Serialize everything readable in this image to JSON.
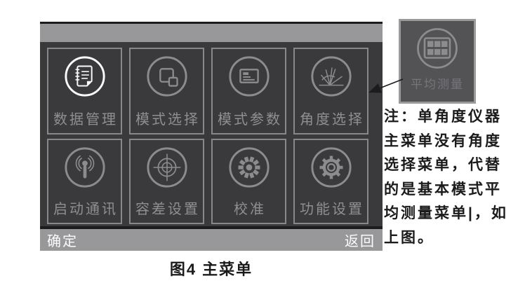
{
  "figure": {
    "caption": "图4 主菜单"
  },
  "screen": {
    "tiles": [
      {
        "label": "数据管理",
        "icon": "notepad",
        "selected": true
      },
      {
        "label": "模式选择",
        "icon": "overlapping-squares",
        "selected": false
      },
      {
        "label": "模式参数",
        "icon": "document-lines",
        "selected": false
      },
      {
        "label": "角度选择",
        "icon": "angle-rays",
        "selected": false
      },
      {
        "label": "启动通讯",
        "icon": "antenna-signal",
        "selected": false
      },
      {
        "label": "容差设置",
        "icon": "crosshair-target",
        "selected": false
      },
      {
        "label": "校准",
        "icon": "segmented-wheel",
        "selected": false
      },
      {
        "label": "功能设置",
        "icon": "gear",
        "selected": false
      }
    ],
    "softkeys": {
      "left": "确定",
      "right": "返回"
    }
  },
  "callout": {
    "tile_label": "平均测量",
    "icon": "grid-table"
  },
  "note": {
    "lines": [
      "注：单角度仪器",
      "主菜单没有角度",
      "选择菜单，代替",
      "的是基本模式平",
      "均测量菜单|，如",
      "上图。"
    ]
  },
  "colors": {
    "screen_bg": "#3a3a3c",
    "bar_gray": "#98989a",
    "black_line": "#1c1c1e",
    "tile_border": "#88888a",
    "icon_gray": "#8c8c8e",
    "label_gray": "#8f8f91",
    "white": "#fbfbfb",
    "callout_bg": "#535356",
    "callout_border": "#9a9a9c",
    "callout_label": "#76767a",
    "note_color": "#1b1b1b"
  }
}
